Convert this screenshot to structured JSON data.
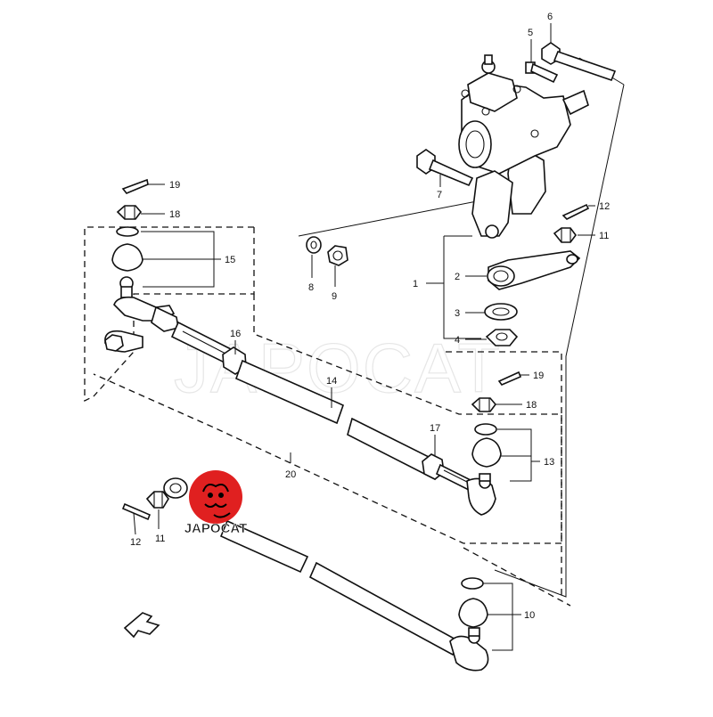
{
  "labels": [
    {
      "id": "1",
      "text": "1"
    },
    {
      "id": "2",
      "text": "2"
    },
    {
      "id": "3",
      "text": "3"
    },
    {
      "id": "4",
      "text": "4"
    },
    {
      "id": "5",
      "text": "5"
    },
    {
      "id": "6",
      "text": "6"
    },
    {
      "id": "7",
      "text": "7"
    },
    {
      "id": "8",
      "text": "8"
    },
    {
      "id": "9",
      "text": "9"
    },
    {
      "id": "10",
      "text": "10"
    },
    {
      "id": "11a",
      "text": "11"
    },
    {
      "id": "11b",
      "text": "11"
    },
    {
      "id": "12a",
      "text": "12"
    },
    {
      "id": "12b",
      "text": "12"
    },
    {
      "id": "13",
      "text": "13"
    },
    {
      "id": "14",
      "text": "14"
    },
    {
      "id": "15",
      "text": "15"
    },
    {
      "id": "16",
      "text": "16"
    },
    {
      "id": "17",
      "text": "17"
    },
    {
      "id": "18a",
      "text": "18"
    },
    {
      "id": "18b",
      "text": "18"
    },
    {
      "id": "19a",
      "text": "19"
    },
    {
      "id": "19b",
      "text": "19"
    },
    {
      "id": "20",
      "text": "20"
    }
  ],
  "watermark": {
    "text": "JAPOCAT"
  },
  "logo": {
    "text": "JAPOCAT",
    "color": "#e02020"
  }
}
